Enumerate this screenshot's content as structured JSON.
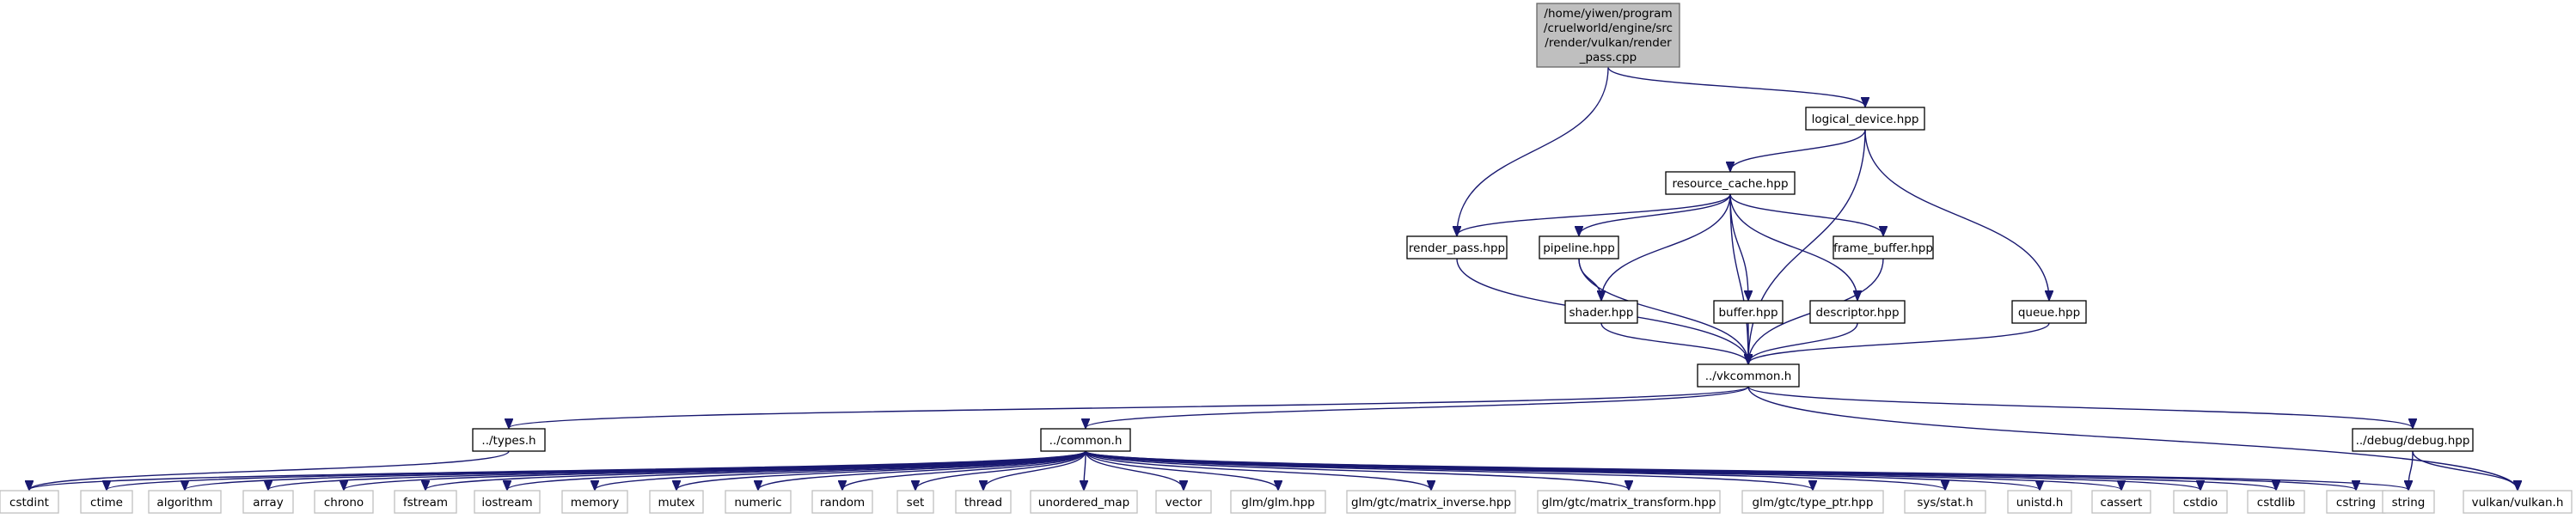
{
  "root": {
    "lines": [
      "/home/yiwen/program",
      "/cruelworld/engine/src",
      "/render/vulkan/render",
      "_pass.cpp"
    ]
  },
  "nodes": {
    "logical_device": "logical_device.hpp",
    "resource_cache": "resource_cache.hpp",
    "render_pass": "render_pass.hpp",
    "pipeline": "pipeline.hpp",
    "frame_buffer": "frame_buffer.hpp",
    "shader": "shader.hpp",
    "buffer": "buffer.hpp",
    "descriptor": "descriptor.hpp",
    "queue": "queue.hpp",
    "vkcommon": "../vkcommon.h",
    "types": "../types.h",
    "common": "../common.h",
    "debug": "../debug/debug.hpp",
    "cstdint": "cstdint",
    "ctime": "ctime",
    "algorithm": "algorithm",
    "array": "array",
    "chrono": "chrono",
    "fstream": "fstream",
    "iostream": "iostream",
    "memory": "memory",
    "mutex": "mutex",
    "numeric": "numeric",
    "random": "random",
    "set": "set",
    "thread": "thread",
    "unordered_map": "unordered_map",
    "vector": "vector",
    "glm": "glm/glm.hpp",
    "matinv": "glm/gtc/matrix_inverse.hpp",
    "mattrans": "glm/gtc/matrix_transform.hpp",
    "typeptr": "glm/gtc/type_ptr.hpp",
    "sysstat": "sys/stat.h",
    "unistd": "unistd.h",
    "cassert": "cassert",
    "cstdio": "cstdio",
    "cstdlib": "cstdlib",
    "cstring": "cstring",
    "string": "string",
    "vulkan": "vulkan/vulkan.h"
  }
}
